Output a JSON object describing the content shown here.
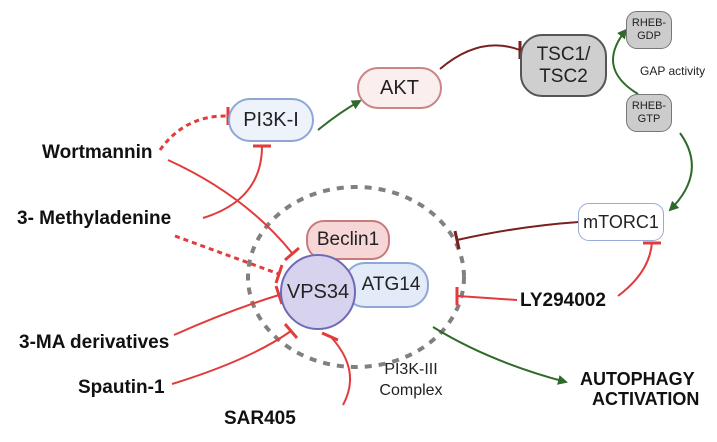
{
  "nodes": {
    "pi3k_i": "PI3K-I",
    "akt": "AKT",
    "tsc": [
      "TSC1/",
      "TSC2"
    ],
    "rheb_gdp": [
      "RHEB-",
      "GDP"
    ],
    "rheb_gtp": [
      "RHEB-",
      "GTP"
    ],
    "mtorc1": "mTORC1",
    "beclin1": "Beclin1",
    "atg14": "ATG14",
    "vps34": "VPS34"
  },
  "labels": {
    "gap_activity": "GAP activity",
    "complex_line1": "PI3K-III",
    "complex_line2": "Complex",
    "outcome_line1": "AUTOPHAGY",
    "outcome_line2": "ACTIVATION"
  },
  "inhibitors": {
    "wortmannin": "Wortmannin",
    "three_ma": "3- Methyladenine",
    "three_ma_derivatives": "3-MA derivatives",
    "spautin": "Spautin-1",
    "sar405": "SAR405",
    "ly294002": "LY294002"
  },
  "colors": {
    "inhibition": "#e23b3b",
    "activation": "#2e6b2a",
    "mtor_inhibition": "#7b2020",
    "complex_outline": "#808080"
  }
}
